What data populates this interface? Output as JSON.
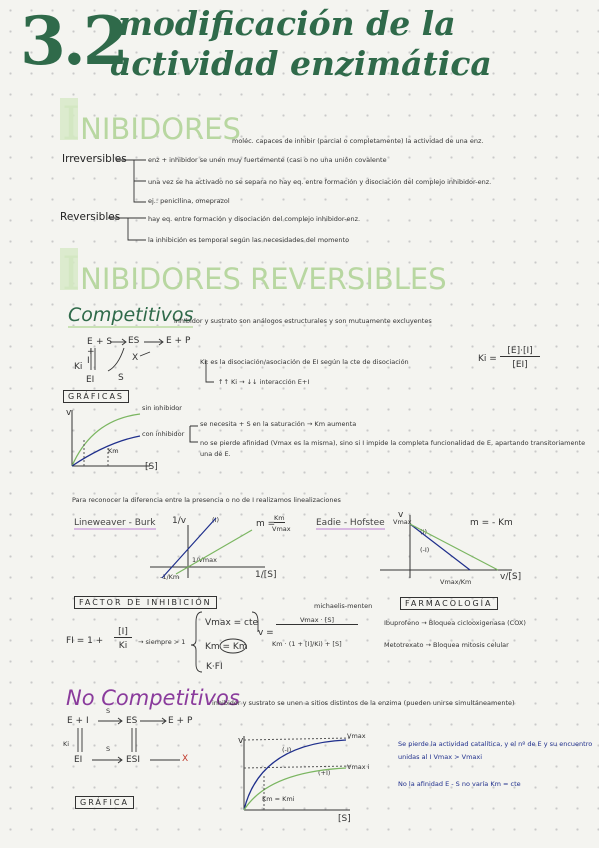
{
  "header": {
    "number": "3.2",
    "title_line1": "modificación de la",
    "title_line2": "actividad enzimática"
  },
  "inhibidores": {
    "heading_letter": "I",
    "heading_rest": "NIBIDORES",
    "definition": "moléc. capaces de inhibir (parcial o completamente) la actividad de una enz.",
    "irreversibles_label": "Irreversibles",
    "irreversibles_notes": [
      "enz + inhibidor se unen muy fuertemente (casi o no una unión covalente",
      "una vez se ha activado no se separa   no hay eq. entre formación y disociación del complejo inhibidor-enz.",
      "ej.: penicilina, omeprazol"
    ],
    "reversibles_label": "Reversibles",
    "reversibles_notes": [
      "hay eq. entre formación y disociación del complejo inhibidor-enz.",
      "la inhibición es temporal según las necesidades del momento"
    ]
  },
  "reversibles": {
    "heading_letter": "I",
    "heading_rest": "NIBIDORES REVERSIBLES"
  },
  "competitivos": {
    "title": "Competitivos",
    "description": "inhibidor y sustrato son análogos estructurales y son mutuamente excluyentes",
    "scheme": {
      "e": "E",
      "plus_s": "+ S",
      "plus_i": "+",
      "i": "I",
      "ki": "Ki",
      "es": "ES",
      "ep": "E + P",
      "ei": "EI",
      "x_mark": "X",
      "s": "S"
    },
    "ki_note": "Ki: es la disociación/asociación de EI según la cte de disociación",
    "ki_eq": "Ki =",
    "ki_num": "[E]·[I]",
    "ki_den": "[EI]",
    "ki_consequence": "↑↑ Ki → ↓↓ interacción E+I",
    "graficas_label": "GRÁFICAS",
    "graph_sin": "sin inhibidor",
    "graph_con": "con inhibidor",
    "graph_v": "v",
    "graph_s": "[S]",
    "graph_km": "Km",
    "note_1": "se necesita + S en la saturación  →  Km aumenta",
    "note_2": "no se pierde afinidad (Vmax es la misma), sino si I impide la completa funcionalidad de E, apartando transitoriamente una de E.",
    "lb_intro": "Para reconocer la diferencia entre la presencia o no de I realizamos linealizaciones",
    "lb_title": "Lineweaver - Burk",
    "eh_title": "Eadie - Hofstee",
    "lb_y": "1/v",
    "lb_x": "1/[S]",
    "lb_i": "(I)",
    "lb_yint": "1/Vmax",
    "lb_xint": "-1/Km",
    "lb_slope_m": "m =",
    "lb_slope_num": "Km",
    "lb_slope_den": "Vmax",
    "eh_y": "v",
    "eh_ymax": "Vmax",
    "eh_x": "v/[S]",
    "eh_xint": "Vmax/Km",
    "eh_slope": "m = - Km",
    "eh_i": "(I)",
    "eh_ni": "(-I)",
    "factor_label": "FACTOR DE INHIBICIÓN",
    "factor_eq": "FI = 1 +",
    "factor_num": "[I]",
    "factor_den": "Ki",
    "factor_note": "→ siempre > 1",
    "brace_vmax": "Vmax = cte",
    "brace_km": "Km = Km",
    "brace_kfi": "K·FI",
    "mm_label": "michaelis-menten",
    "mm_v": "v =",
    "mm_num": "Vmax · [S]",
    "mm_den": "Km · (1 + [I]/Ki) + [S]",
    "farmacologia_label": "FARMACOLOGÍA",
    "farm_1": "Ibuprofeno → Bloquea ciclooxigenasa (COX)",
    "farm_2": "Metotrexato → Bloquea mitosis celular"
  },
  "no_competitivos": {
    "title": "No Competitivos",
    "description": "inhibidor y sustrato se unen a sitios distintos de la enzima (pueden unirse simultáneamente)",
    "scheme": {
      "ei_top": "E + I",
      "es_top": "ES",
      "ep": "E + P",
      "s": "S",
      "ki": "Ki",
      "ei": "EI",
      "esi": "ESI",
      "x": "X",
      "plus": "+"
    },
    "graph_v": "v",
    "graph_vmax": "Vmax",
    "graph_vmaxi": "Vmax i",
    "graph_i": "(-I)",
    "graph_ci": "(+I)",
    "graph_km": "Km = Kmi",
    "graph_s": "[S]",
    "grafica_label": "GRÁFICA",
    "note_1": "Se pierde la actividad catalítica, y el nº de E y su encuentro unidas al I  Vmax > Vmaxi",
    "note_2": "No la afinidad E - S no varía  Km = cte"
  },
  "colors": {
    "green": "#2f6a4a",
    "light_green": "#b8d7a1",
    "purple": "#8a3b9c",
    "blue": "#1f2f8c"
  }
}
